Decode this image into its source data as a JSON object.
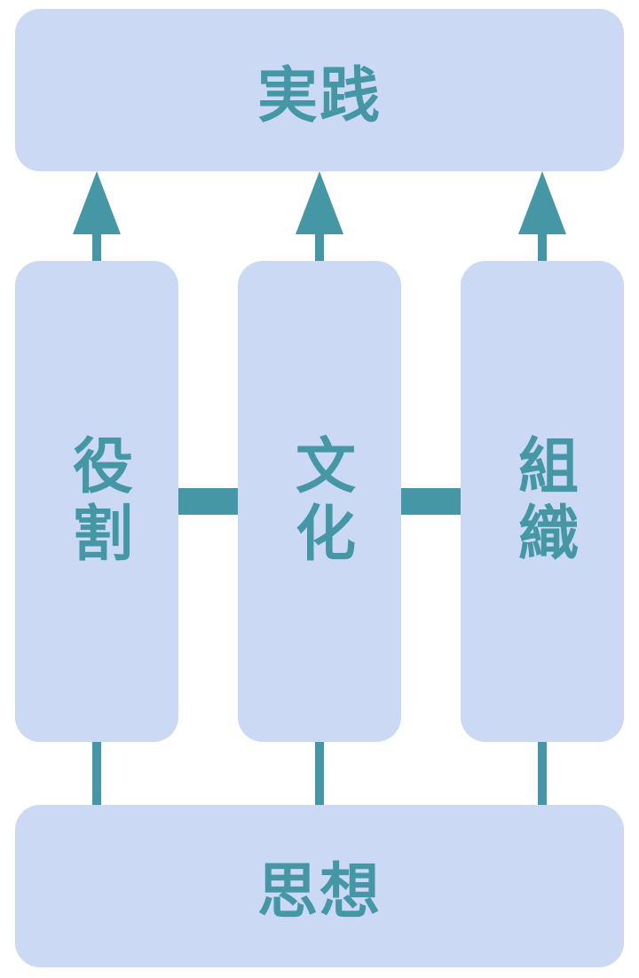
{
  "top": {
    "label": "実践"
  },
  "pillars": [
    {
      "label": "役割"
    },
    {
      "label": "文化"
    },
    {
      "label": "組織"
    }
  ],
  "bottom": {
    "label": "思想"
  },
  "colors": {
    "box_fill": "#ccd9f4",
    "accent": "#4597a6"
  }
}
